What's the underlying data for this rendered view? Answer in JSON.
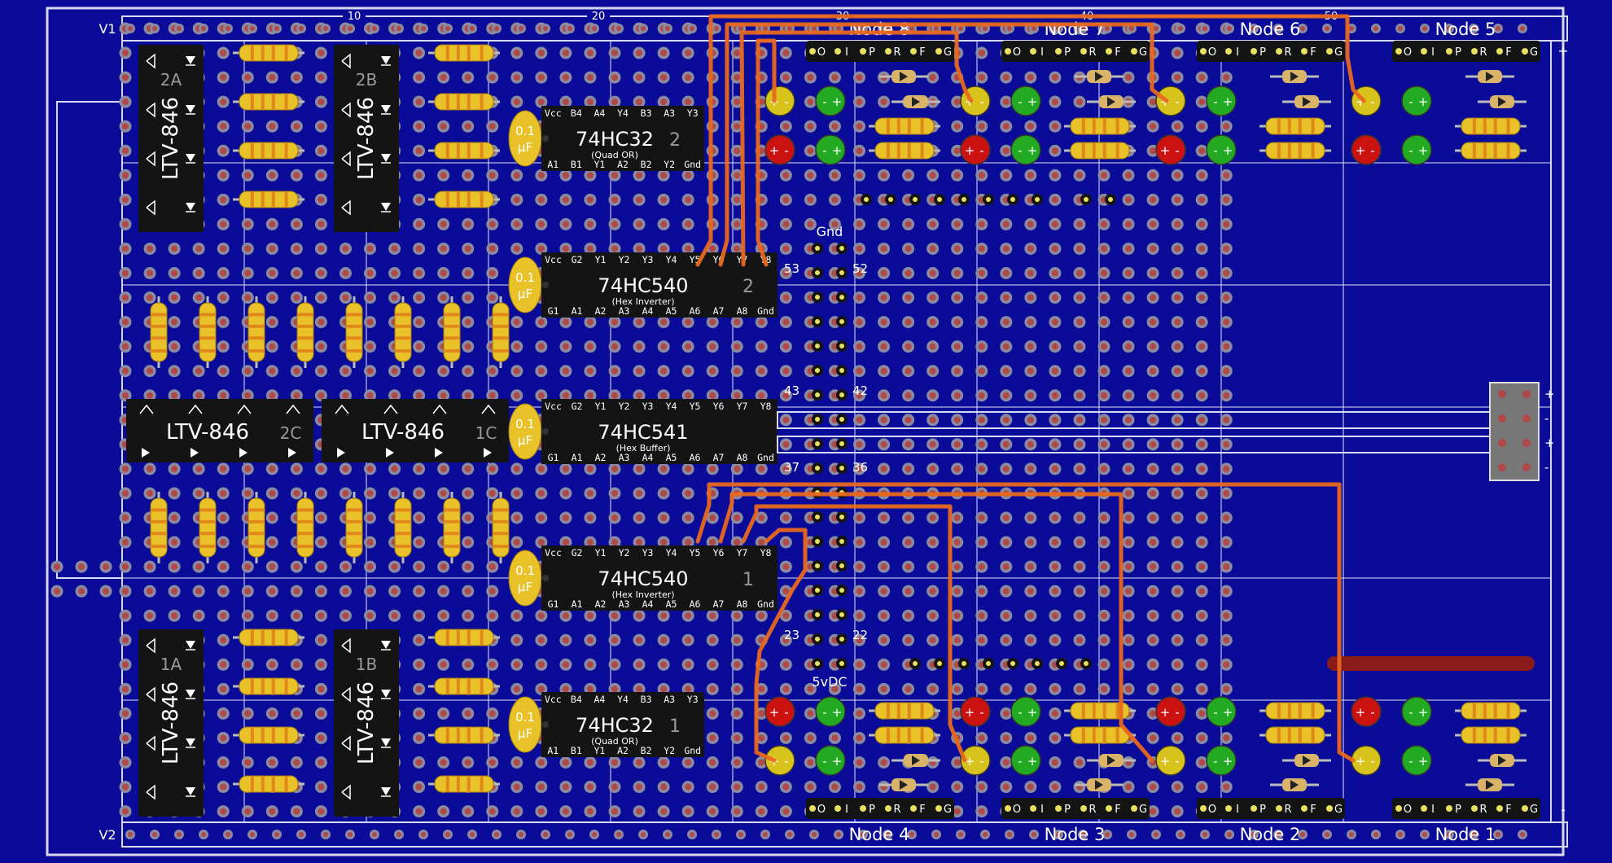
{
  "rails": {
    "top": "V1",
    "bottom": "V2"
  },
  "ruler": [
    "10",
    "20",
    "30",
    "40",
    "50"
  ],
  "nodes": {
    "top": [
      "Node 8",
      "Node 7",
      "Node 6",
      "Node 5"
    ],
    "bottom": [
      "Node 4",
      "Node 3",
      "Node 2",
      "Node 1"
    ]
  },
  "connector_pins": [
    "O",
    "I",
    "P",
    "R",
    "F",
    "G"
  ],
  "optocouplers": {
    "part": "LTV-846",
    "vertical": [
      "2A",
      "2B",
      "1A",
      "1B"
    ],
    "horizontal": [
      "2C",
      "1C"
    ]
  },
  "capacitor": {
    "line1": "0.1",
    "line2": "µF"
  },
  "chips": [
    {
      "part": "74HC32",
      "unit": "2",
      "desc": "(Quad OR)",
      "top": [
        "Vcc",
        "B4",
        "A4",
        "Y4",
        "B3",
        "A3",
        "Y3"
      ],
      "bottom": [
        "A1",
        "B1",
        "Y1",
        "A2",
        "B2",
        "Y2",
        "Gnd"
      ]
    },
    {
      "part": "74HC540",
      "unit": "2",
      "desc": "(Hex Inverter)",
      "top": [
        "Vcc",
        "G2",
        "Y1",
        "Y2",
        "Y3",
        "Y4",
        "Y5",
        "Y6",
        "Y7",
        "Y8"
      ],
      "bottom": [
        "G1",
        "A1",
        "A2",
        "A3",
        "A4",
        "A5",
        "A6",
        "A7",
        "A8",
        "Gnd"
      ]
    },
    {
      "part": "74HC541",
      "unit": "",
      "desc": "(Hex Buffer)",
      "top": [
        "Vcc",
        "G2",
        "Y1",
        "Y2",
        "Y3",
        "Y4",
        "Y5",
        "Y6",
        "Y7",
        "Y8"
      ],
      "bottom": [
        "G1",
        "A1",
        "A2",
        "A3",
        "A4",
        "A5",
        "A6",
        "A7",
        "A8",
        "Gnd"
      ]
    },
    {
      "part": "74HC540",
      "unit": "1",
      "desc": "(Hex Inverter)",
      "top": [
        "Vcc",
        "G2",
        "Y1",
        "Y2",
        "Y3",
        "Y4",
        "Y5",
        "Y6",
        "Y7",
        "Y8"
      ],
      "bottom": [
        "G1",
        "A1",
        "A2",
        "A3",
        "A4",
        "A5",
        "A6",
        "A7",
        "A8",
        "Gnd"
      ]
    },
    {
      "part": "74HC32",
      "unit": "1",
      "desc": "(Quad OR)",
      "top": [
        "Vcc",
        "B4",
        "A4",
        "Y4",
        "B3",
        "A3",
        "Y3"
      ],
      "bottom": [
        "A1",
        "B1",
        "Y1",
        "A2",
        "B2",
        "Y2",
        "Gnd"
      ]
    }
  ],
  "header_labels": {
    "gnd": "Gnd",
    "vdc": "5vDC",
    "pins": [
      "53",
      "52",
      "43",
      "42",
      "37",
      "36",
      "23",
      "22"
    ]
  },
  "power_block": [
    "+",
    "-",
    "+",
    "-"
  ],
  "edge_signs": {
    "top": "+",
    "bottom": "-"
  },
  "led_signs": {
    "plus": "+",
    "minus": "-"
  },
  "colors": {
    "board": "#0b0b99",
    "trace": "#e8681e",
    "chip": "#141414",
    "resistor": "#e9c22a",
    "led_red": "#cc1111",
    "led_green": "#22aa22",
    "led_yellow": "#d8c21c",
    "pad": "#b04848"
  }
}
